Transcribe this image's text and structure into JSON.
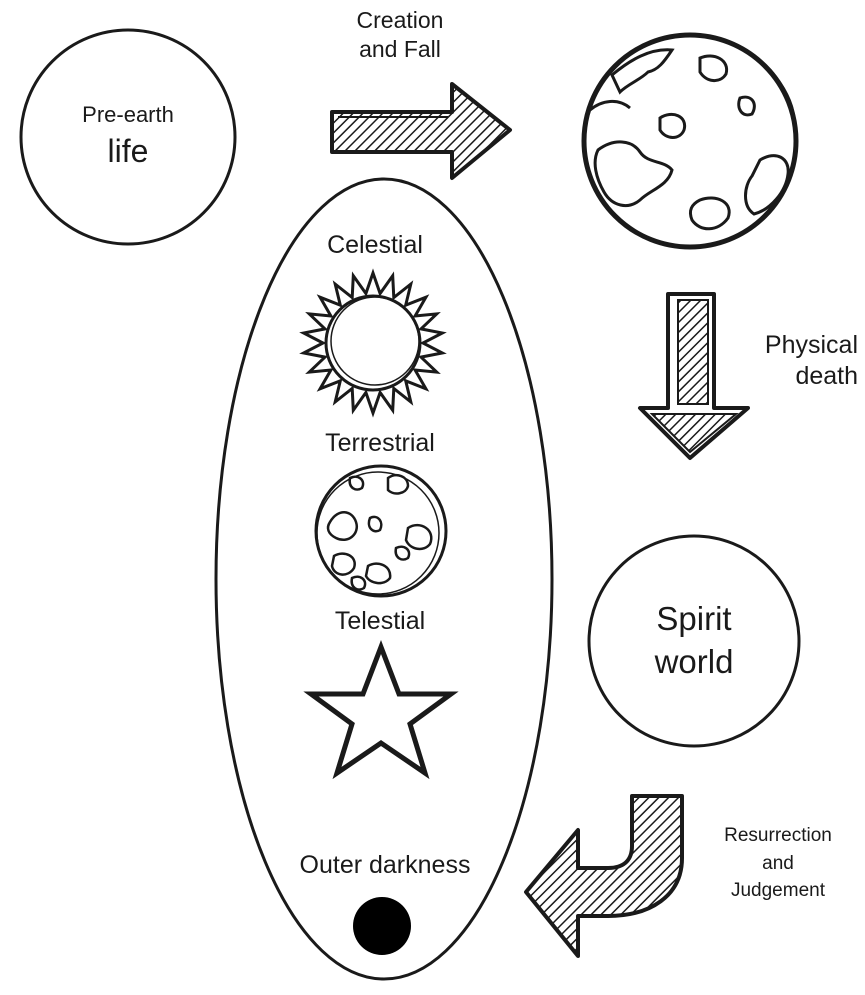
{
  "colors": {
    "ink": "#1a1a1a",
    "background": "#ffffff",
    "hatch": "#1a1a1a"
  },
  "stages": {
    "pre_earth": {
      "line1": "Pre-earth",
      "line2": "life"
    },
    "creation_fall": {
      "label": "Creation\nand Fall"
    },
    "earth": {
      "icon": "globe-icon"
    },
    "physical_death": {
      "label": "Physical\ndeath"
    },
    "spirit_world": {
      "label": "Spirit\nworld"
    },
    "resurrection": {
      "label": "Resurrection\nand\nJudgement"
    }
  },
  "kingdoms": {
    "celestial": {
      "label": "Celestial",
      "icon": "sun-icon"
    },
    "terrestrial": {
      "label": "Terrestrial",
      "icon": "moon-icon"
    },
    "telestial": {
      "label": "Telestial",
      "icon": "star-icon"
    },
    "outer_darkness": {
      "label": "Outer darkness",
      "icon": "dark-dot-icon"
    }
  }
}
